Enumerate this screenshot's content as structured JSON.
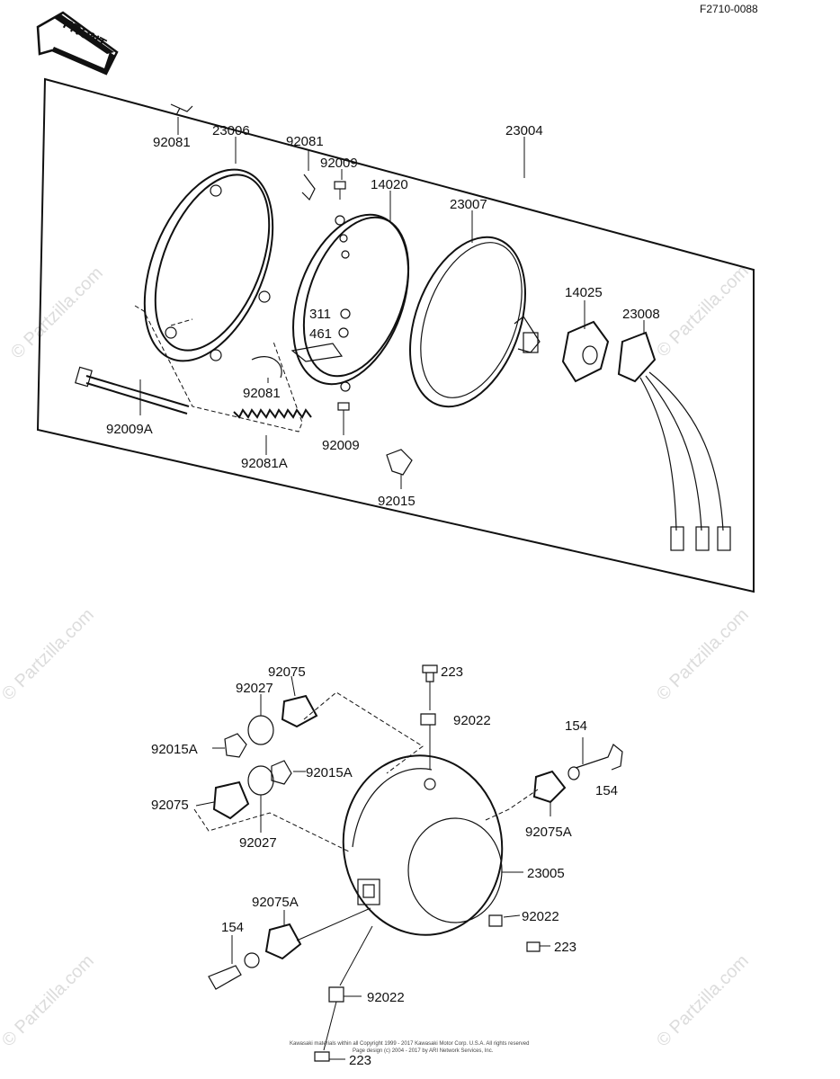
{
  "reference": "F2710-0088",
  "front_arrow": "FRONT",
  "watermark": "© Partzilla.com",
  "copyright_line1": "Kawasaki materials within all Copyright 1999 - 2017 Kawasaki Motor Corp. U.S.A. All rights reserved",
  "copyright_line2": "Page design (c) 2004 - 2017 by ARI Network Services, Inc.",
  "upper_assembly": {
    "labels": [
      "92081",
      "23006",
      "92081",
      "92009",
      "23004",
      "14020",
      "23007",
      "14025",
      "23008",
      "311",
      "461",
      "92081",
      "92009A",
      "92081A",
      "92009",
      "92015"
    ]
  },
  "lower_assembly": {
    "labels": [
      "92075",
      "92027",
      "223",
      "92022",
      "92015A",
      "154",
      "92015A",
      "154",
      "92075",
      "92075A",
      "92027",
      "23005",
      "92075A",
      "154",
      "92022",
      "223",
      "92022",
      "223"
    ]
  },
  "colors": {
    "line": "#111111",
    "background": "#ffffff",
    "watermark": "#dcdcdc"
  }
}
